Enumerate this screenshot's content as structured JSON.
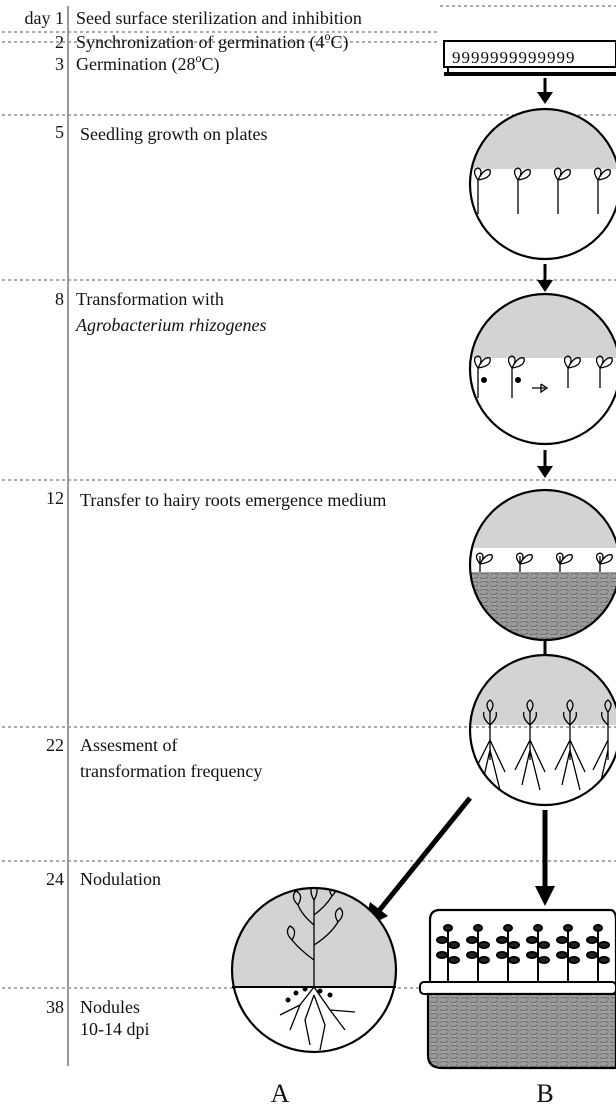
{
  "timeline": {
    "rows": [
      {
        "day": "day 1",
        "step": "Seed surface sterilization and inhibition",
        "step_line2": ""
      },
      {
        "day": "2",
        "step": "Synchronization of germination (4",
        "step_line2": ""
      },
      {
        "day": "3",
        "step": "Germination (28",
        "step_line2": ""
      },
      {
        "day": "5",
        "step": "Seedling growth on plates",
        "step_line2": ""
      },
      {
        "day": "8",
        "step": "Transformation with",
        "step_line2": "Agrobacterium rhizogenes"
      },
      {
        "day": "12",
        "step": "Transfer to hairy roots emergence medium",
        "step_line2": ""
      },
      {
        "day": "22",
        "step": "Assesment of",
        "step_line2": "transformation frequency"
      },
      {
        "day": "24",
        "step": "Nodulation",
        "step_line2": ""
      },
      {
        "day": "38",
        "step": "Nodules",
        "step_line2": "10-14 dpi"
      }
    ],
    "degree_suffix": {
      "sup": "o",
      "unit": "C)"
    }
  },
  "panel_labels": {
    "a": "A",
    "b": "B"
  },
  "seed_glyphs": "9999999999999",
  "colors": {
    "plate_gray": "#d3d3d3",
    "soil_gray": "#8a8a8a",
    "line": "#000000"
  }
}
